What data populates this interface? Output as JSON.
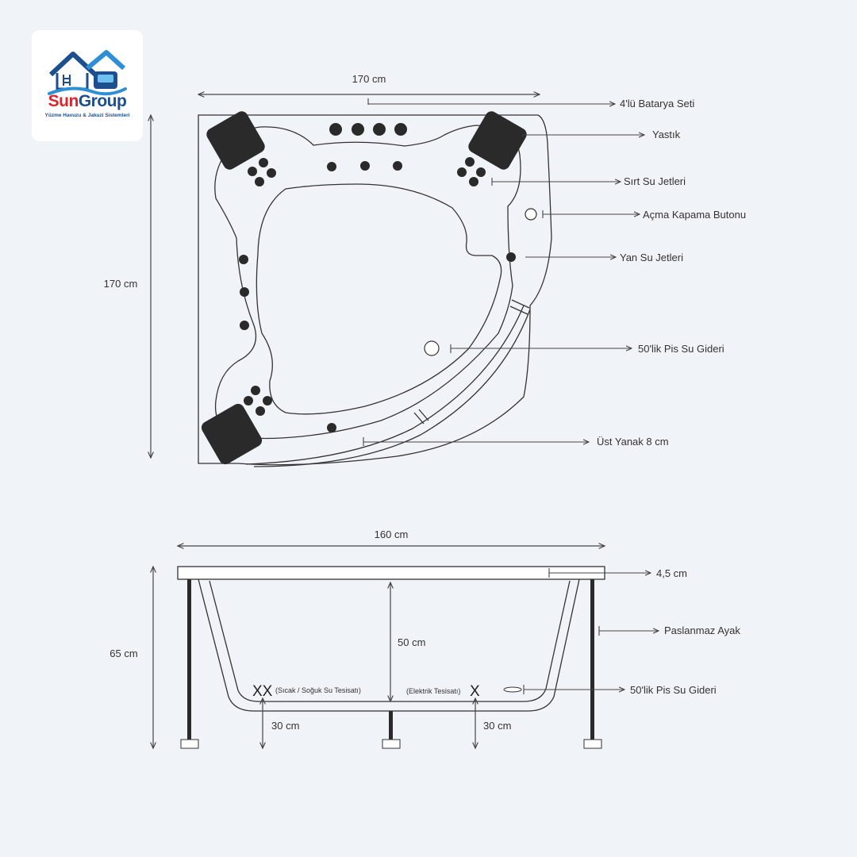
{
  "brand": {
    "name_part1": "Sun",
    "name_part2": "Group",
    "tagline": "Yüzme Havuzu & Jakuzi Sistemleri",
    "colors": {
      "red": "#d8262e",
      "blue": "#1d4f8f",
      "water": "#2f8fd6"
    }
  },
  "top_view": {
    "width_label": "170 cm",
    "height_label": "170 cm",
    "callouts": [
      "4'lü Batarya Seti",
      "Yastık",
      "Sırt Su Jetleri",
      "Açma Kapama Butonu",
      "Yan Su Jetleri",
      "50'lik Pis Su Gideri",
      "Üst Yanak 8 cm"
    ]
  },
  "side_view": {
    "width_label": "160 cm",
    "height_label": "65 cm",
    "depth_label": "50 cm",
    "rim_label": "4,5 cm",
    "callouts": [
      "Paslanmaz Ayak",
      "50'lik Pis Su Gideri"
    ],
    "water_marker": "XX",
    "water_note": "(Sıcak / Soğuk Su Tesisatı)",
    "electric_note": "(Elektrik Tesisatı)",
    "electric_marker": "X",
    "pipe_height_left": "30 cm",
    "pipe_height_right": "30 cm"
  }
}
